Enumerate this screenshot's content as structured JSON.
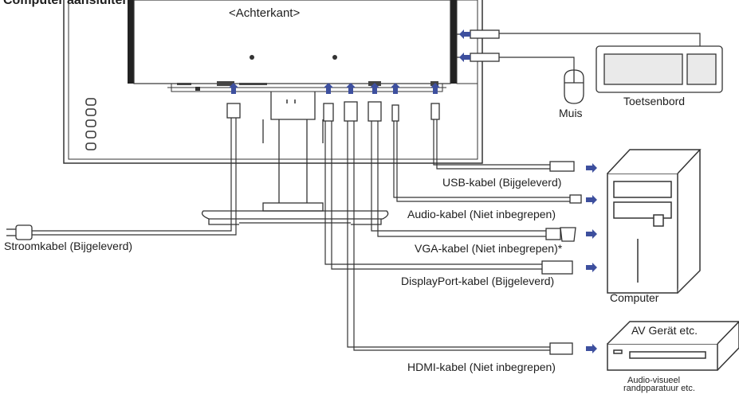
{
  "header": {
    "title_partial": "Computer aansluiten",
    "view_label": "<Achterkant>"
  },
  "devices": {
    "mouse": "Muis",
    "keyboard": "Toetsenbord",
    "computer": "Computer",
    "av": "AV Gerät etc.",
    "av_note_1": "Audio-visueel",
    "av_note_2": "randpparatuur etc."
  },
  "cables": {
    "power": "Stroomkabel (Bijgeleverd)",
    "usb": "USB-kabel (Bijgeleverd)",
    "audio": "Audio-kabel (Niet inbegrepen)",
    "vga": "VGA-kabel (Niet inbegrepen)*",
    "displayport": "DisplayPort-kabel (Bijgeleverd)",
    "hdmi": "HDMI-kabel (Niet inbegrepen)"
  },
  "colors": {
    "arrow": "#3d4f9e",
    "line": "#333333",
    "cable_fill": "#ffffff"
  }
}
